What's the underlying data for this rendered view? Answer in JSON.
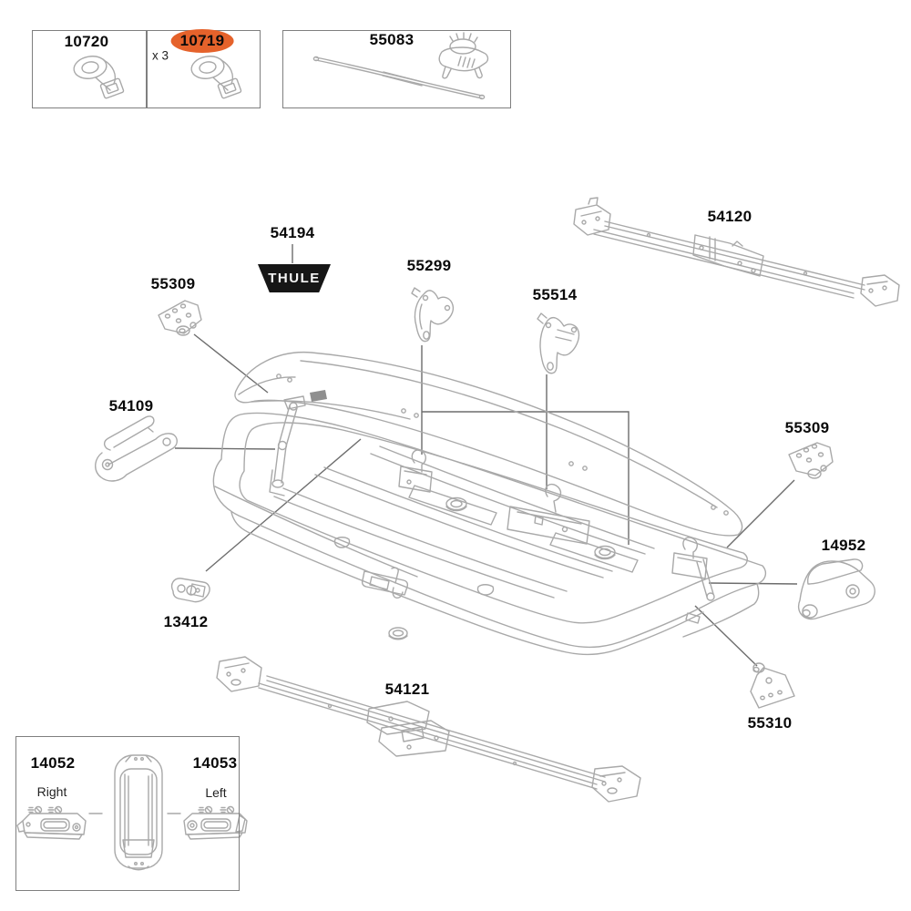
{
  "colors": {
    "bg": "#ffffff",
    "art": "#a9a9a9",
    "leader": "#6d6d6d",
    "label": "#0a0a0a",
    "sublabel": "#222222",
    "highlight": "#e5622b",
    "badge_bg": "#161616",
    "badge_text": "#f5f5f5",
    "panel_border": "#7f7f7f"
  },
  "panels": {
    "straps": {
      "left_part": "10720",
      "right_part": "10719",
      "quantity_note": "x 3"
    },
    "rod": {
      "part": "55083"
    },
    "end_caps": {
      "right_part": "14052",
      "right_side_label": "Right",
      "left_part": "14053",
      "left_side_label": "Left"
    }
  },
  "diagram": {
    "badge_text": "THULE",
    "labels": {
      "sticker": "54194",
      "lifter_front": "55299",
      "lifter_rear": "55514",
      "crossbar_rear": "54120",
      "bracket_front_left": "55309",
      "lid_stay": "54109",
      "bracket_rear_right": "55309",
      "tensioner_right": "14952",
      "lock_plate": "13412",
      "bracket_front_right": "55310",
      "crossbar_front": "54121"
    }
  }
}
